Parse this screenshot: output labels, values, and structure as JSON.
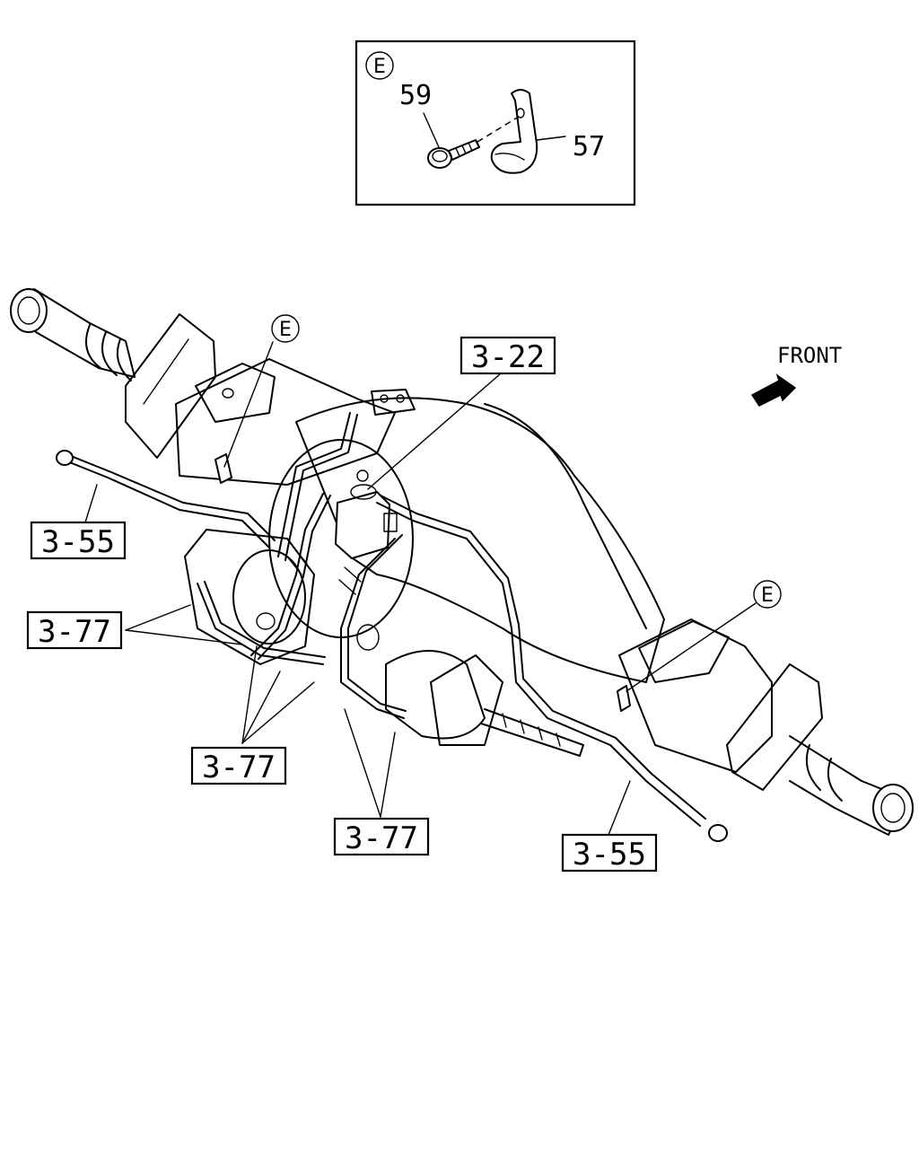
{
  "detail_box": {
    "marker": "E",
    "part_bolt": "59",
    "part_clip": "57"
  },
  "orientation": {
    "front_label": "FRONT"
  },
  "callouts": {
    "ref_3_22": "3-22",
    "ref_3_55_left": "3-55",
    "ref_3_55_right": "3-55",
    "ref_3_77_a": "3-77",
    "ref_3_77_b": "3-77",
    "ref_3_77_c": "3-77"
  },
  "markers": {
    "e_left": "E",
    "e_right": "E"
  }
}
